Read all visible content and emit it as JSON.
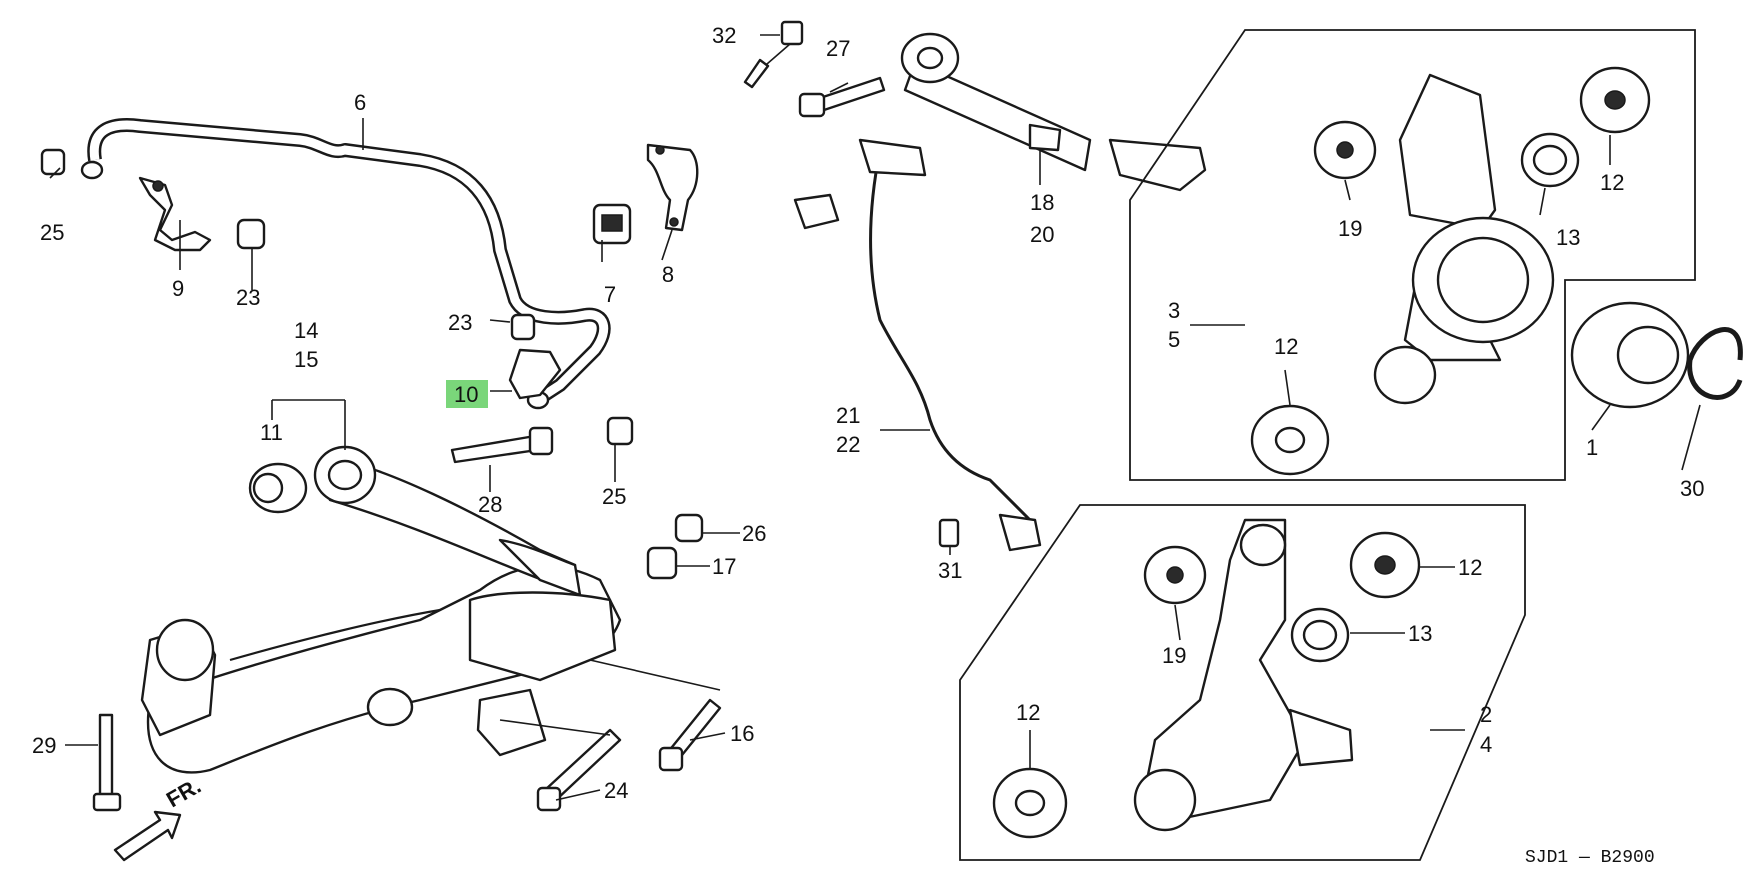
{
  "diagram": {
    "code": "SJD1 — B2900",
    "direction_label": "FR.",
    "highlight_color": "#7ad67a",
    "callouts": {
      "c1": "1",
      "c2": "2",
      "c3": "3",
      "c4": "4",
      "c5": "5",
      "c6": "6",
      "c7": "7",
      "c8": "8",
      "c9": "9",
      "c10": "10",
      "c11": "11",
      "c12a": "12",
      "c12b": "12",
      "c12c": "12",
      "c12d": "12",
      "c13a": "13",
      "c13b": "13",
      "c14": "14",
      "c15": "15",
      "c16": "16",
      "c17": "17",
      "c18": "18",
      "c19a": "19",
      "c19b": "19",
      "c20": "20",
      "c21": "21",
      "c22": "22",
      "c23a": "23",
      "c23b": "23",
      "c24": "24",
      "c25a": "25",
      "c25b": "25",
      "c26": "26",
      "c27": "27",
      "c28": "28",
      "c29": "29",
      "c30": "30",
      "c31": "31",
      "c32": "32"
    }
  }
}
